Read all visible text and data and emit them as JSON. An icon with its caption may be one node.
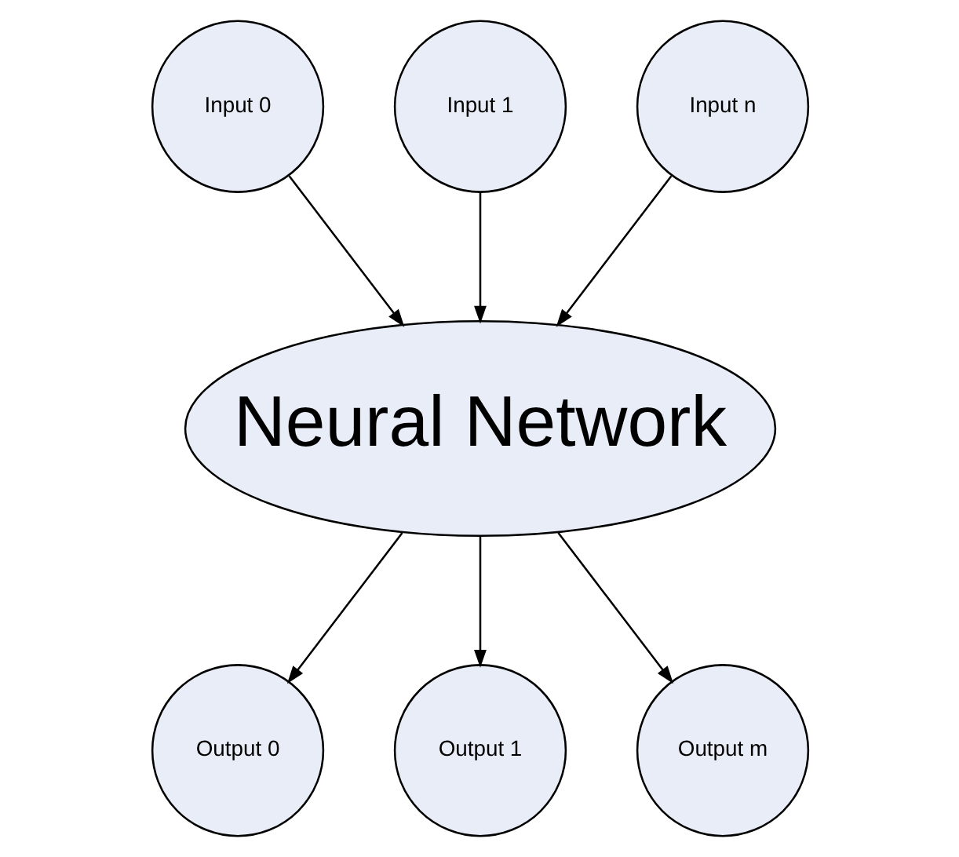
{
  "diagram": {
    "nodes": [
      {
        "text": [
          "Input 0"
        ]
      },
      {
        "text": [
          "Input 1"
        ]
      },
      {
        "text": [
          "Input n"
        ]
      },
      {
        "text": [
          "Neural Network"
        ]
      },
      {
        "text": [
          "Output 0"
        ]
      },
      {
        "text": [
          "Output 1"
        ]
      },
      {
        "text": [
          "Output m"
        ]
      }
    ],
    "edges": [
      {
        "from": 0,
        "to": 3,
        "arrow": "to"
      },
      {
        "from": 1,
        "to": 3,
        "arrow": "to"
      },
      {
        "from": 2,
        "to": 3,
        "arrow": "to"
      },
      {
        "from": 3,
        "to": 4,
        "arrow": "to"
      },
      {
        "from": 3,
        "to": 5,
        "arrow": "to"
      },
      {
        "from": 3,
        "to": 6,
        "arrow": "to"
      }
    ]
  }
}
